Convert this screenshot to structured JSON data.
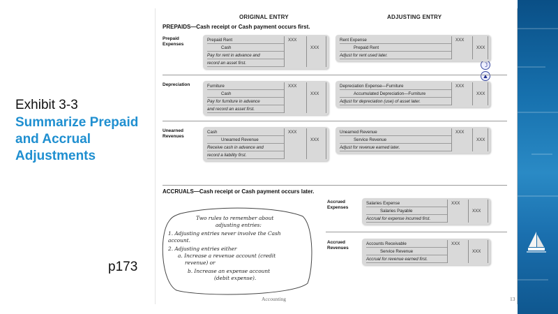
{
  "slide": {
    "exhibit_number": "Exhibit 3-3",
    "title_lines": [
      "Summarize Prepaid",
      "and Accrual",
      "Adjustments"
    ],
    "page_ref": "p173"
  },
  "document": {
    "original_entry_head": "ORIGINAL ENTRY",
    "adjusting_entry_head": "ADJUSTING ENTRY",
    "prepaids_head": "PREPAIDS—Cash receipt or Cash payment occurs first.",
    "accruals_head": "ACCRUALS—Cash receipt or Cash payment occurs later.",
    "amount_placeholder": "XXX",
    "prepaids": [
      {
        "label_lines": [
          "Prepaid",
          "Expenses"
        ],
        "original": {
          "debit": "Prepaid Rent",
          "credit": "Cash",
          "notes": [
            "Pay for rent in advance and",
            "record an asset first."
          ]
        },
        "adjusting": {
          "debit": "Rent Expense",
          "credit": "Prepaid Rent",
          "notes": [
            "Adjust for rent used later."
          ]
        }
      },
      {
        "label_lines": [
          "Depreciation"
        ],
        "original": {
          "debit": "Furniture",
          "credit": "Cash",
          "notes": [
            "Pay for furniture in advance",
            "and record an asset first."
          ]
        },
        "adjusting": {
          "debit": "Depreciation Expense—Furniture",
          "credit": "Accumulated Depreciation—Furniture",
          "notes": [
            "Adjust for depreciation (use) of asset later."
          ]
        }
      },
      {
        "label_lines": [
          "Unearned",
          "Revenues"
        ],
        "original": {
          "debit": "Cash",
          "credit": "Unearned Revenue",
          "notes": [
            "Receive cash in advance and",
            "record a liability first."
          ]
        },
        "adjusting": {
          "debit": "Unearned Revenue",
          "credit": "Service Revenue",
          "notes": [
            "Adjust for revenue earned later."
          ]
        }
      }
    ],
    "accruals": [
      {
        "label_lines": [
          "Accrued",
          "Expenses"
        ],
        "adjusting": {
          "debit": "Salaries Expense",
          "credit": "Salaries Payable",
          "notes": [
            "Accrual for expense incurred first."
          ]
        }
      },
      {
        "label_lines": [
          "Accrued",
          "Revenues"
        ],
        "adjusting": {
          "debit": "Accounts Receivable",
          "credit": "Service Revenue",
          "notes": [
            "Accrual for revenue earned first."
          ]
        }
      }
    ],
    "handwritten_note": [
      "Two rules to remember about",
      "adjusting entries:",
      "1. Adjusting entries never involve the Cash",
      "account.",
      "2. Adjusting entries either",
      "a. Increase a revenue account (credit",
      "revenue) or",
      "b. Increase an expense account",
      "(debit expense)."
    ],
    "footer_center": "Accounting",
    "footer_page": "13"
  },
  "colors": {
    "title_blue": "#1f8fd0",
    "entry_box": "#d9d9d9"
  }
}
